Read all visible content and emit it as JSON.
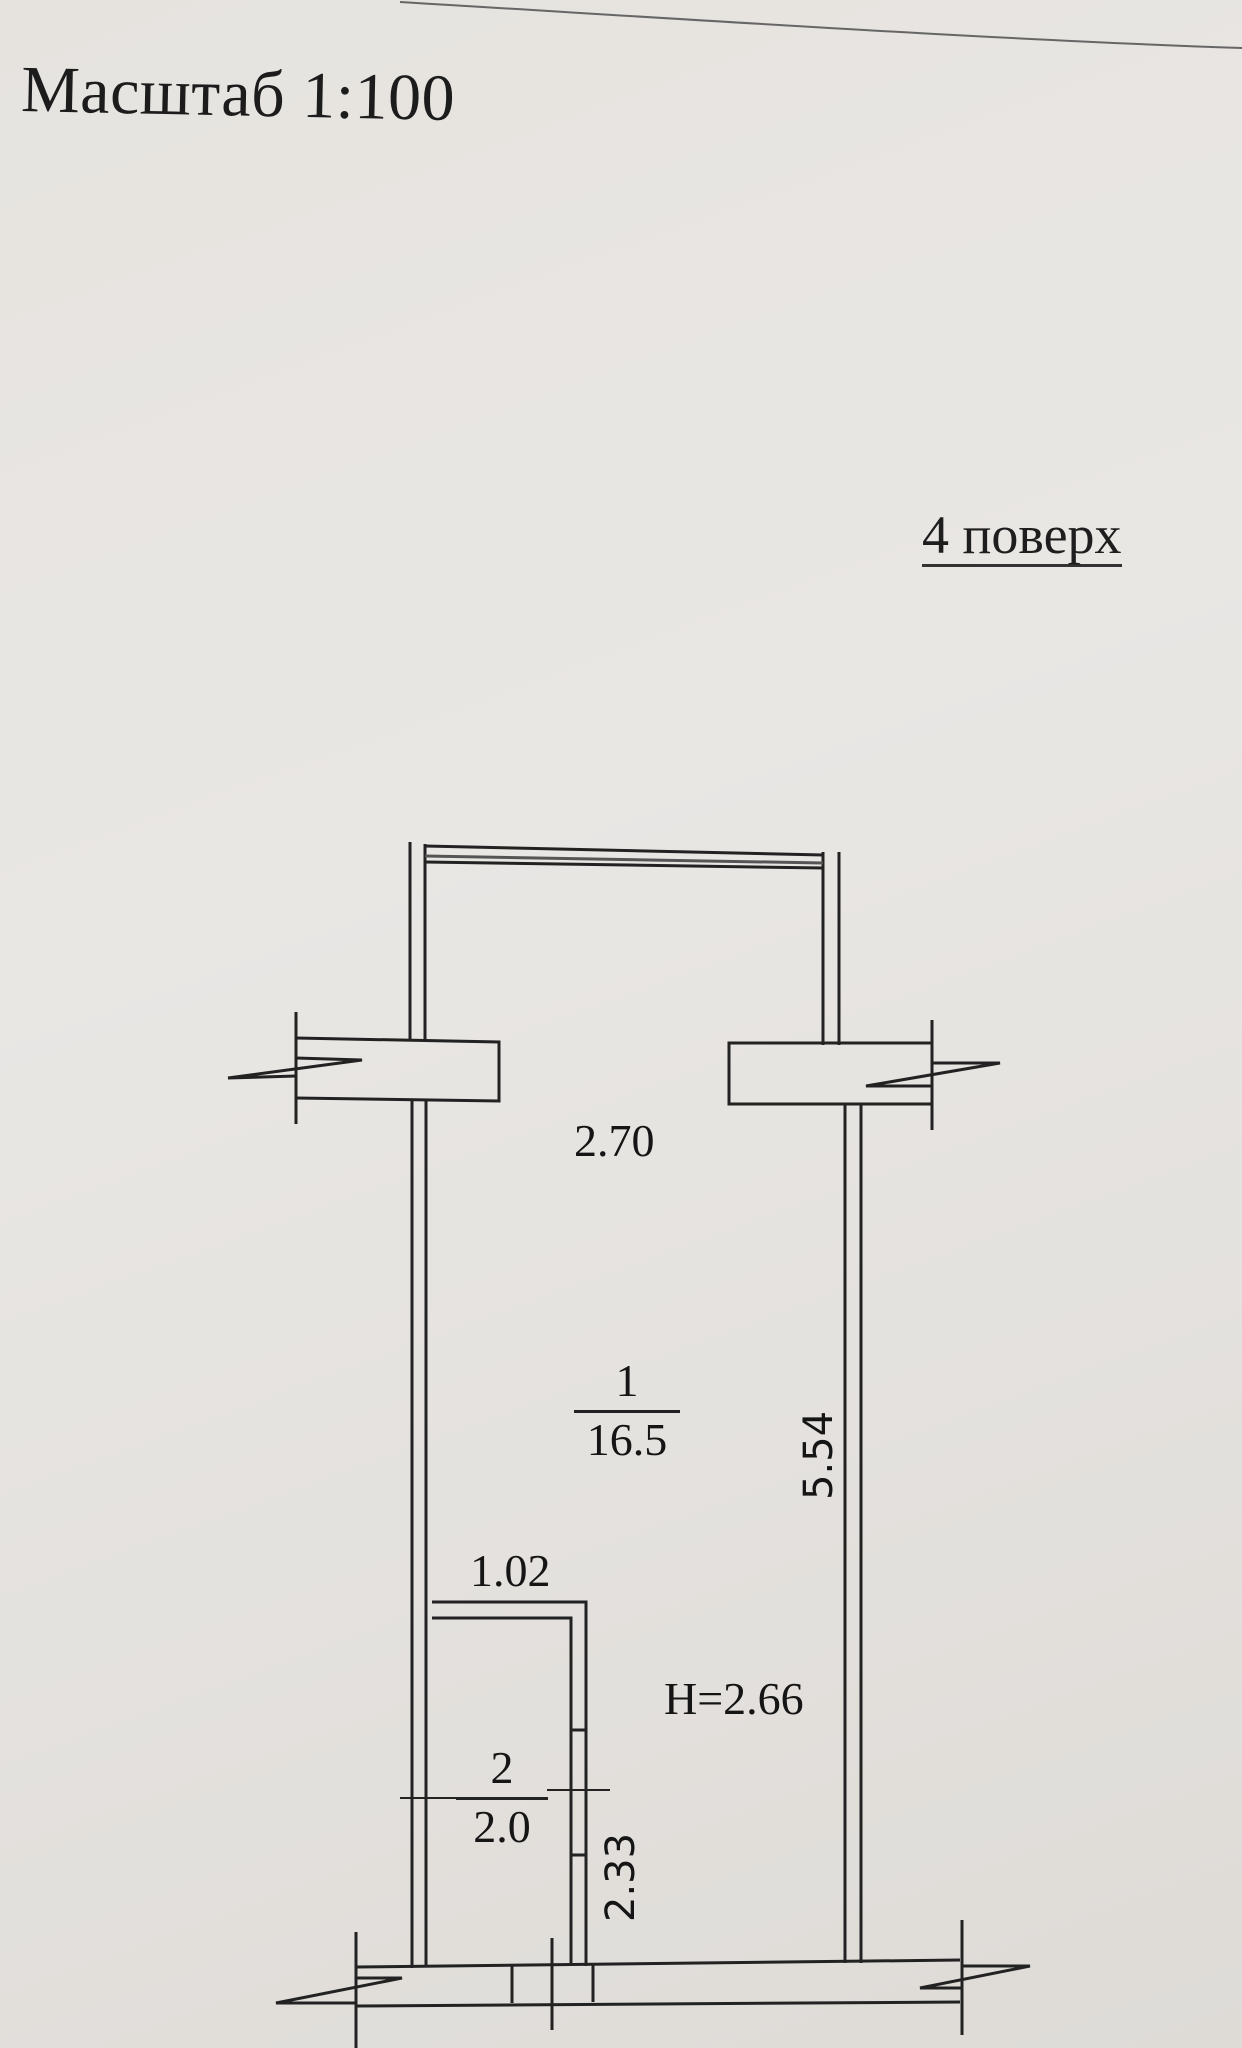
{
  "document": {
    "scale_title": "Масштаб 1:100",
    "floor_label": "4 поверх"
  },
  "plan": {
    "balcony_width": "2.70",
    "rooms": [
      {
        "number": "1",
        "area": "16.5"
      },
      {
        "number": "2",
        "area": "2.0"
      }
    ],
    "room_length": "5.54",
    "bathroom_width": "1.02",
    "bathroom_length": "2.33",
    "ceiling_height": "H=2.66"
  },
  "colors": {
    "paper": "#e6e3df",
    "ink": "#1c1c1c"
  }
}
